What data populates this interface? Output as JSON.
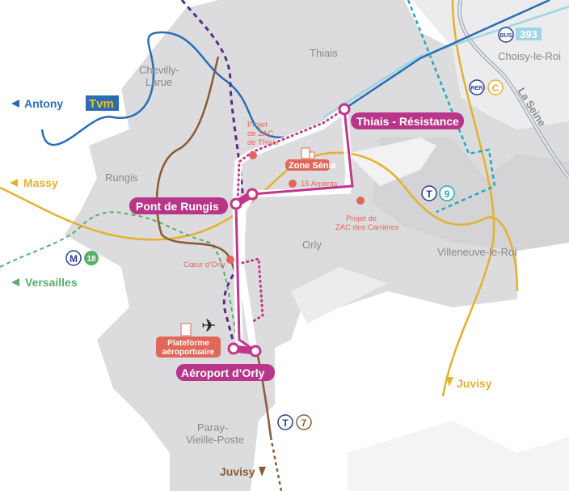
{
  "colors": {
    "project_line": "#c2378c",
    "station_pill": "#b8358a",
    "poi": "#e0675a",
    "urban_area": "#dcdcde",
    "urban_area_light": "#ececee",
    "tvm": "#2a6db5",
    "rer_c": "#e2b22e",
    "tram_7": "#8b5a35",
    "metro_14": "#5b2d86",
    "tram_9": "#27a9bb",
    "metro_18": "#5aae6a",
    "bus_393": "#9fd6e4",
    "seine": "#a9b4bb"
  },
  "stations": [
    {
      "name": "Thiais - Résistance"
    },
    {
      "name": "Pont de Rungis"
    },
    {
      "name": "Aéroport d’Orly"
    }
  ],
  "towns": [
    "Thiais",
    "Chevilly-",
    "Larue",
    "Rungis",
    "Orly",
    "Choisy-le-Roi",
    "Villeneuve-le-Roi",
    "Paray-",
    "Vieille-Poste"
  ],
  "river": "La Seine",
  "poi": {
    "zac_thiais": [
      "Projet",
      "de ZAC",
      "de Thiais"
    ],
    "zone_senia": "Zone Sénia",
    "quinze_arpents": "15 Arpents",
    "zac_carrieres": [
      "Projet de",
      "ZAC des Carrières"
    ],
    "coeur_orly": "Cœur d’Orly",
    "plateforme": [
      "Plateforme",
      "aéroportuaire"
    ]
  },
  "destinations": {
    "antony": "Antony",
    "massy": "Massy",
    "versailles": "Versailles",
    "juvisy_rer": "Juvisy",
    "juvisy_tram": "Juvisy"
  },
  "badges": {
    "tvm": "Tvm",
    "bus": "BUS",
    "bus_number": "393",
    "rer": "RER",
    "rer_line": "C",
    "tram_t9": "T",
    "tram_9": "9",
    "tram_t7": "T",
    "tram_7": "7",
    "metro": "M",
    "metro_18": "18"
  },
  "icons": [
    "airplane-icon",
    "building-icon",
    "poi-pin-icon"
  ]
}
